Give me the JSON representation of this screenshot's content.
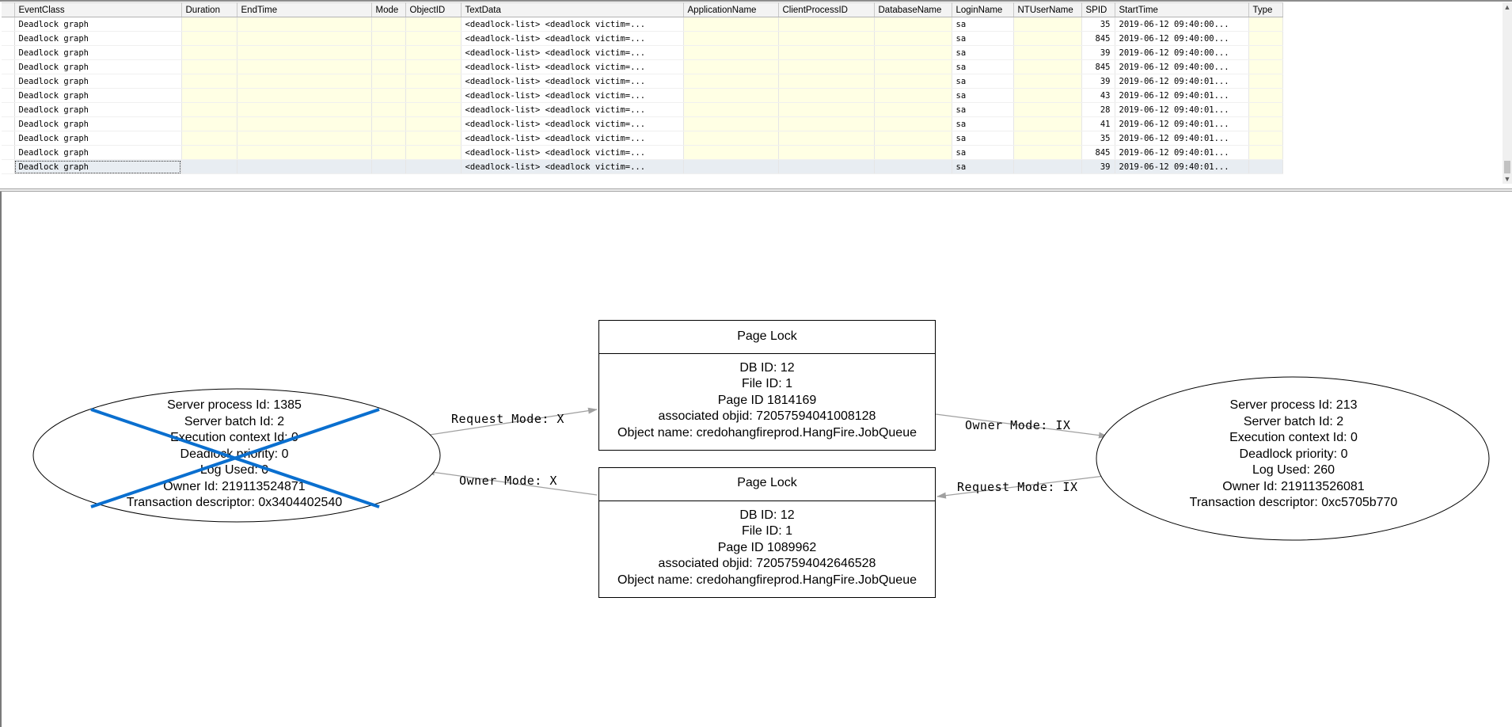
{
  "grid": {
    "columns": [
      "EventClass",
      "Duration",
      "EndTime",
      "Mode",
      "ObjectID",
      "TextData",
      "ApplicationName",
      "ClientProcessID",
      "DatabaseName",
      "LoginName",
      "NTUserName",
      "SPID",
      "StartTime",
      "Type"
    ],
    "rows": [
      {
        "event_class": "Deadlock graph",
        "text_data": "<deadlock-list>   <deadlock victim=...",
        "login": "sa",
        "spid": "35",
        "start_time": "2019-06-12 09:40:00..."
      },
      {
        "event_class": "Deadlock graph",
        "text_data": "<deadlock-list>   <deadlock victim=...",
        "login": "sa",
        "spid": "845",
        "start_time": "2019-06-12 09:40:00..."
      },
      {
        "event_class": "Deadlock graph",
        "text_data": "<deadlock-list>   <deadlock victim=...",
        "login": "sa",
        "spid": "39",
        "start_time": "2019-06-12 09:40:00..."
      },
      {
        "event_class": "Deadlock graph",
        "text_data": "<deadlock-list>   <deadlock victim=...",
        "login": "sa",
        "spid": "845",
        "start_time": "2019-06-12 09:40:00..."
      },
      {
        "event_class": "Deadlock graph",
        "text_data": "<deadlock-list>   <deadlock victim=...",
        "login": "sa",
        "spid": "39",
        "start_time": "2019-06-12 09:40:01..."
      },
      {
        "event_class": "Deadlock graph",
        "text_data": "<deadlock-list>   <deadlock victim=...",
        "login": "sa",
        "spid": "43",
        "start_time": "2019-06-12 09:40:01..."
      },
      {
        "event_class": "Deadlock graph",
        "text_data": "<deadlock-list>   <deadlock victim=...",
        "login": "sa",
        "spid": "28",
        "start_time": "2019-06-12 09:40:01..."
      },
      {
        "event_class": "Deadlock graph",
        "text_data": "<deadlock-list>   <deadlock victim=...",
        "login": "sa",
        "spid": "41",
        "start_time": "2019-06-12 09:40:01..."
      },
      {
        "event_class": "Deadlock graph",
        "text_data": "<deadlock-list>   <deadlock victim=...",
        "login": "sa",
        "spid": "35",
        "start_time": "2019-06-12 09:40:01..."
      },
      {
        "event_class": "Deadlock graph",
        "text_data": "<deadlock-list>   <deadlock victim=...",
        "login": "sa",
        "spid": "845",
        "start_time": "2019-06-12 09:40:01..."
      },
      {
        "event_class": "Deadlock graph",
        "text_data": "<deadlock-list>   <deadlock victim=...",
        "login": "sa",
        "spid": "39",
        "start_time": "2019-06-12 09:40:01..."
      }
    ],
    "selected_row": 10
  },
  "graph": {
    "victim_process": {
      "lines": [
        "Server process Id: 1385",
        "Server batch Id: 2",
        "Execution context Id: 0",
        "Deadlock priority: 0",
        "Log Used: 0",
        "Owner Id: 219113524871",
        "Transaction descriptor: 0x3404402540"
      ],
      "victim_mark_color": "#0a6fcf"
    },
    "other_process": {
      "lines": [
        "Server process Id: 213",
        "Server batch Id: 2",
        "Execution context Id: 0",
        "Deadlock priority: 0",
        "Log Used: 260",
        "Owner Id: 219113526081",
        "Transaction descriptor: 0xc5705b770"
      ]
    },
    "lock_top": {
      "title": "Page Lock",
      "lines": [
        "DB ID: 12",
        "File ID: 1",
        "Page ID 1814169",
        "associated objid: 72057594041008128",
        "Object name: credohangfireprod.HangFire.JobQueue"
      ]
    },
    "lock_bottom": {
      "title": "Page Lock",
      "lines": [
        "DB ID: 12",
        "File ID: 1",
        "Page ID 1089962",
        "associated objid: 72057594042646528",
        "Object name: credohangfireprod.HangFire.JobQueue"
      ]
    },
    "edges": {
      "victim_request": "Request Mode: X",
      "victim_owner": "Owner Mode: X",
      "other_owner": "Owner Mode: IX",
      "other_request": "Request Mode: IX"
    },
    "edge_color": "#a0a0a0"
  }
}
